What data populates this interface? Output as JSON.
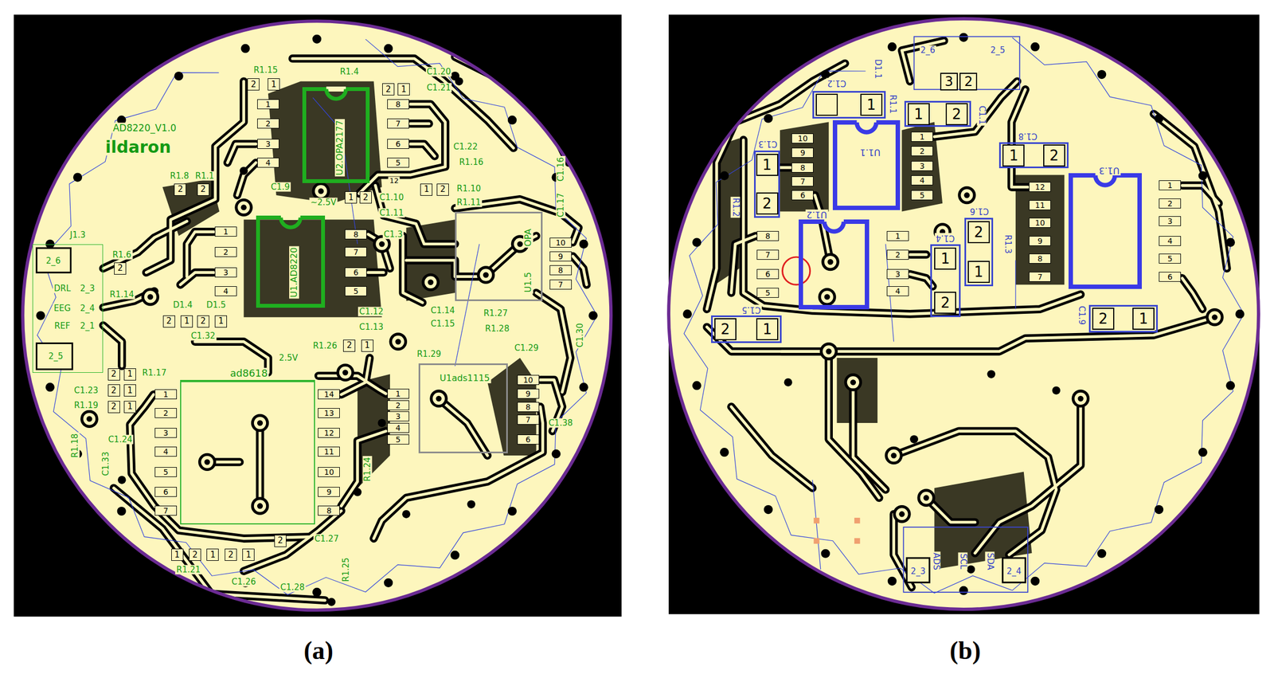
{
  "diagram": {
    "nodes": [
      {
        "text": [
          "U2.OPA2177"
        ]
      },
      {
        "text": [
          "U1.AD8220"
        ]
      },
      {
        "text": [
          "U1.5",
          "OPA"
        ]
      },
      {
        "text": [
          "J1.3",
          "2_6",
          "DRL",
          "2_3",
          "EEG",
          "2_4",
          "REF",
          "2_1",
          "2_5"
        ]
      },
      {
        "text": [
          "ad8618"
        ]
      },
      {
        "text": [
          "U1ads1115"
        ]
      },
      {
        "text": [
          "1"
        ]
      },
      {
        "text": [
          "1",
          "2"
        ]
      },
      {
        "text": [
          "U1.1"
        ]
      },
      {
        "text": [
          "1",
          "2"
        ]
      },
      {
        "text": [
          "1",
          "2"
        ]
      },
      {
        "text": [
          "U1.3"
        ]
      },
      {
        "text": [
          "U1.2"
        ]
      },
      {
        "text": [
          "2",
          "1"
        ]
      },
      {
        "text": [
          "1",
          "2"
        ]
      },
      {
        "text": [
          "2",
          "1"
        ]
      },
      {
        "text": [
          "2",
          "1"
        ]
      }
    ],
    "labels": [
      "AD8220_V1.0",
      "ildaron",
      "R1.15",
      "R1.4",
      "C1.20",
      "C1.21",
      "C1.22",
      "R1.16",
      "R1.8",
      "R1.1",
      "C1.9",
      "~2.5V",
      "C1.10",
      "C1.11",
      "R1.10",
      "R1.11",
      "C1.16",
      "C1.17",
      "12",
      "R1.6",
      "R1.14",
      "D1.4",
      "D1.5",
      "C1.32",
      "C1.3",
      "C1.12",
      "C1.13",
      "C1.14",
      "C1.15",
      "R1.27",
      "R1.28",
      "C1.29",
      "C1.30",
      "R1.26",
      "R1.29",
      "2.5V",
      "R1.17",
      "C1.23",
      "R1.19",
      "C1.24",
      "C1.33",
      "R1.18",
      "R1.24",
      "C1.38",
      "C1.27",
      "R1.25",
      "R1.21",
      "C1.26",
      "C1.28",
      "2",
      "1",
      "2",
      "1",
      "2",
      "2",
      "1",
      "2",
      "1",
      "2",
      "2",
      "2",
      "1",
      "2",
      "1",
      "2",
      "1",
      "2",
      "1",
      "2",
      "1",
      "2",
      "1",
      "1",
      "2",
      "1",
      "2",
      "1",
      "2",
      "1",
      "2",
      "3",
      "4",
      "8",
      "7",
      "6",
      "5",
      "1",
      "2",
      "3",
      "4",
      "8",
      "7",
      "6",
      "5",
      "10",
      "9",
      "8",
      "7",
      "1",
      "2",
      "3",
      "4",
      "5",
      "6",
      "7",
      "14",
      "13",
      "12",
      "11",
      "10",
      "9",
      "8",
      "1",
      "2",
      "3",
      "4",
      "5",
      "10",
      "9",
      "8",
      "7",
      "6",
      "(a)",
      "D1.1",
      "C1.2",
      "R1.1",
      "C1.1",
      "C1.3",
      "C1.8",
      "R1.2",
      "C1.6",
      "C1.4",
      "R1.3",
      "C1.5",
      "C1.9",
      "2_6",
      "2_5",
      "ADS",
      "SCL",
      "SDA",
      "2_3",
      "2_4",
      "3",
      "2",
      "10",
      "9",
      "8",
      "7",
      "6",
      "1",
      "2",
      "3",
      "4",
      "5",
      "8",
      "7",
      "6",
      "5",
      "1",
      "2",
      "3",
      "4",
      "12",
      "11",
      "10",
      "9",
      "8",
      "7",
      "1",
      "2",
      "3",
      "4",
      "5",
      "6",
      "(b)"
    ]
  }
}
